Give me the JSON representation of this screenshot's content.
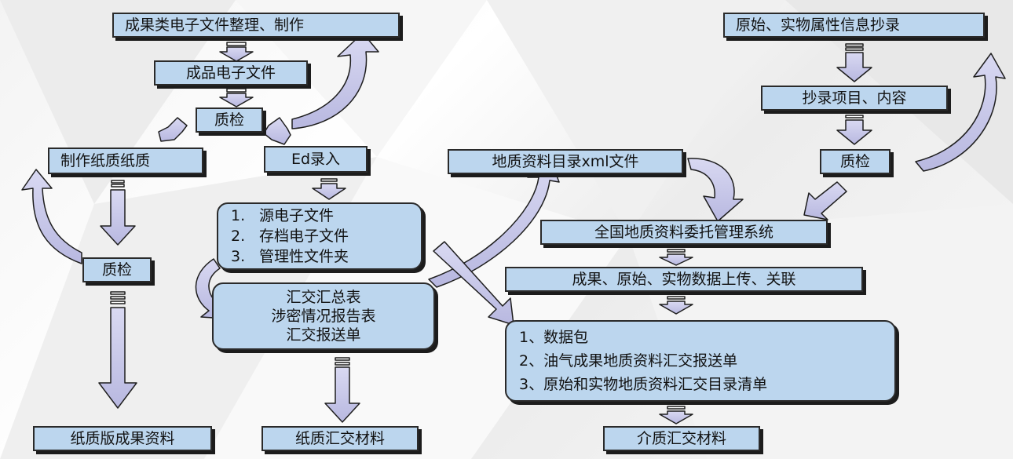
{
  "diagram": {
    "left_flow": {
      "organize": "成果类电子文件整理、制作",
      "finished_files": "成品电子文件",
      "qc": "质检",
      "paper_make": "制作纸质纸质",
      "paper_qc": "质检",
      "paper_output": "纸质版成果资料",
      "ed_entry": "Ed录入",
      "list_items": [
        {
          "num": "1.",
          "text": "源电子文件"
        },
        {
          "num": "2.",
          "text": "存档电子文件"
        },
        {
          "num": "3.",
          "text": "管理性文件夹"
        }
      ],
      "summary_lines": [
        "汇交汇总表",
        "涉密情况报告表",
        "汇交报送单"
      ],
      "paper_submit": "纸质汇交材料"
    },
    "right_flow": {
      "transcribe": "原始、实物属性信息抄录",
      "transcribe_items": "抄录项目、内容",
      "qc": "质检",
      "xml_file": "地质资料目录xml文件",
      "system": "全国地质资料委托管理系统",
      "upload": "成果、原始、实物数据上传、关联",
      "package_items": [
        "1、数据包",
        "2、油气成果地质资料汇交报送单",
        "3、原始和实物地质资料汇交目录清单"
      ],
      "media_submit": "介质汇交材料"
    }
  }
}
